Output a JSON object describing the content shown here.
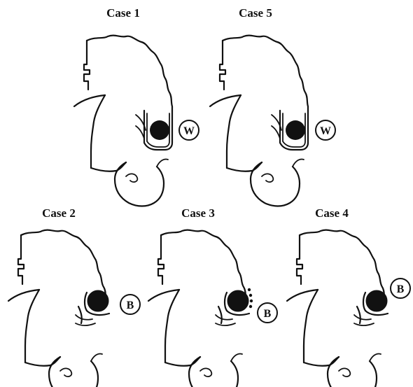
{
  "cases": [
    {
      "title": "Case 1",
      "label": "W",
      "variant": "W"
    },
    {
      "title": "Case 5",
      "label": "W",
      "variant": "W"
    },
    {
      "title": "Case 2",
      "label": "B",
      "variant": "B"
    },
    {
      "title": "Case 3",
      "label": "B",
      "variant": "B3"
    },
    {
      "title": "Case 4",
      "label": "B",
      "variant": "B"
    }
  ]
}
